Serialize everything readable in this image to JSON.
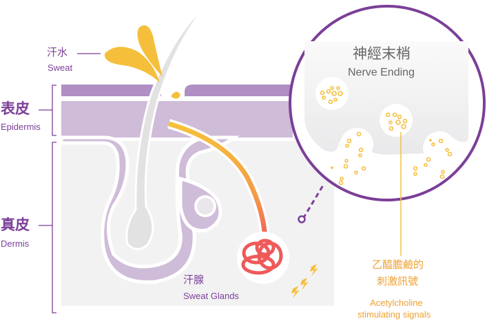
{
  "labels": {
    "sweat_zh": "汗水",
    "sweat_en": "Sweat",
    "epidermis_zh": "表皮",
    "epidermis_en": "Epidermis",
    "dermis_zh": "真皮",
    "dermis_en": "Dermis",
    "glands_zh": "汗腺",
    "glands_en": "Sweat Glands",
    "nerve_zh": "神經末梢",
    "nerve_en": "Nerve Ending",
    "signal_zh_1": "乙醯膽鹼的",
    "signal_zh_2": "刺激訊號",
    "signal_en_1": "Acetylcholine",
    "signal_en_2": "stimulating signals"
  },
  "colors": {
    "purple": "#7b3f98",
    "epidermis_top": "#b08fc4",
    "epidermis": "#cfbcd8",
    "dermis": "#f2f2f2",
    "sweat": "#f5bf3c",
    "gland": "#ee5a5a",
    "signal": "#f0a030"
  }
}
